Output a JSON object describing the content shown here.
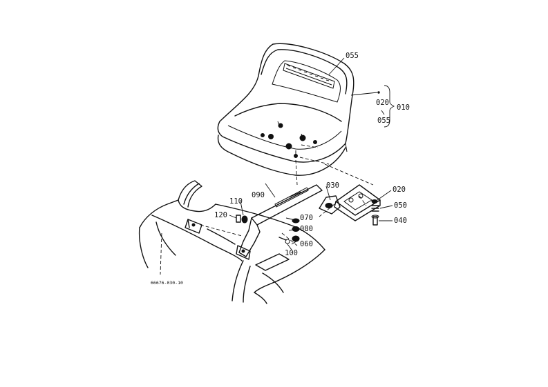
{
  "callouts": {
    "c055_seat": "055",
    "c020_top": "020",
    "c010": "010",
    "c055_lower": "055",
    "c030": "030",
    "c020_bracket": "020",
    "c090": "090",
    "c110": "110",
    "c120": "120",
    "c050": "050",
    "c040": "040",
    "c070": "070",
    "c080": "080",
    "c060": "060",
    "c100": "100"
  },
  "drawing_id": "66676-030-10"
}
